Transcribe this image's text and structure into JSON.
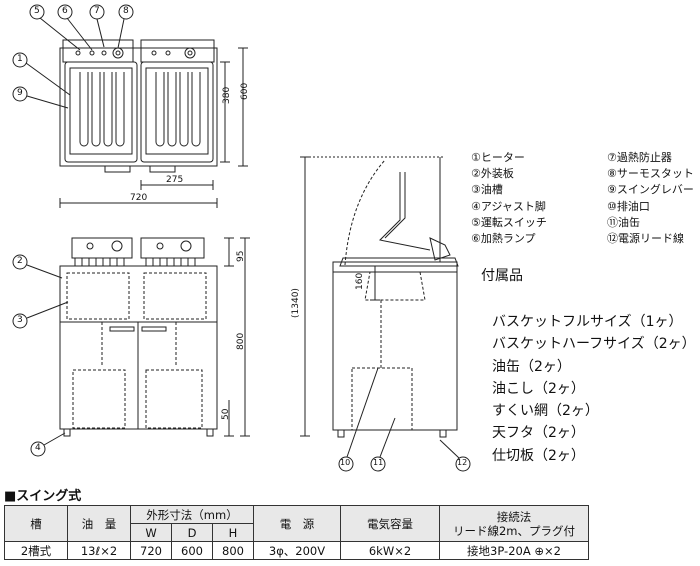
{
  "callouts": {
    "n1": "1",
    "n2": "2",
    "n3": "3",
    "n4": "4",
    "n5": "5",
    "n6": "6",
    "n7": "7",
    "n8": "8",
    "n9": "9",
    "n10": "10",
    "n11": "11",
    "n12": "12"
  },
  "dimensions": {
    "d380": "380",
    "d600": "600",
    "d275": "275",
    "d720": "720",
    "d95": "95",
    "d800": "800",
    "d50": "50",
    "d1340": "(1340)",
    "d160": "160"
  },
  "legend": {
    "left": [
      "①ヒーター",
      "②外装板",
      "③油槽",
      "④アジャスト脚",
      "⑤運転スイッチ",
      "⑥加熱ランプ"
    ],
    "right": [
      "⑦過熱防止器",
      "⑧サーモスタット",
      "⑨スイングレバー",
      "⑩排油口",
      "⑪油缶",
      "⑫電源リード線"
    ]
  },
  "accessories": {
    "title": "付属品",
    "items": [
      "バスケットフルサイズ（1ヶ）",
      "バスケットハーフサイズ（2ヶ）",
      "油缶（2ヶ）",
      "油こし（2ヶ）",
      "すくい網（2ヶ）",
      "天フタ（2ヶ）",
      "仕切板（2ヶ）"
    ]
  },
  "spec": {
    "section_title": "■スイング式",
    "headers": {
      "tank": "槽",
      "oil": "油　量",
      "outer": "外形寸法（mm）",
      "w": "W",
      "d": "D",
      "h": "H",
      "power": "電　源",
      "capacity": "電気容量",
      "conn1": "接続法",
      "conn2": "リード線2m、プラグ付"
    },
    "row": {
      "tank": "2槽式",
      "oil": "13ℓ×2",
      "w": "720",
      "d": "600",
      "h": "800",
      "power": "3φ、200V",
      "capacity": "6kW×2",
      "conn": "接地3P-20A ⊕×2"
    }
  }
}
